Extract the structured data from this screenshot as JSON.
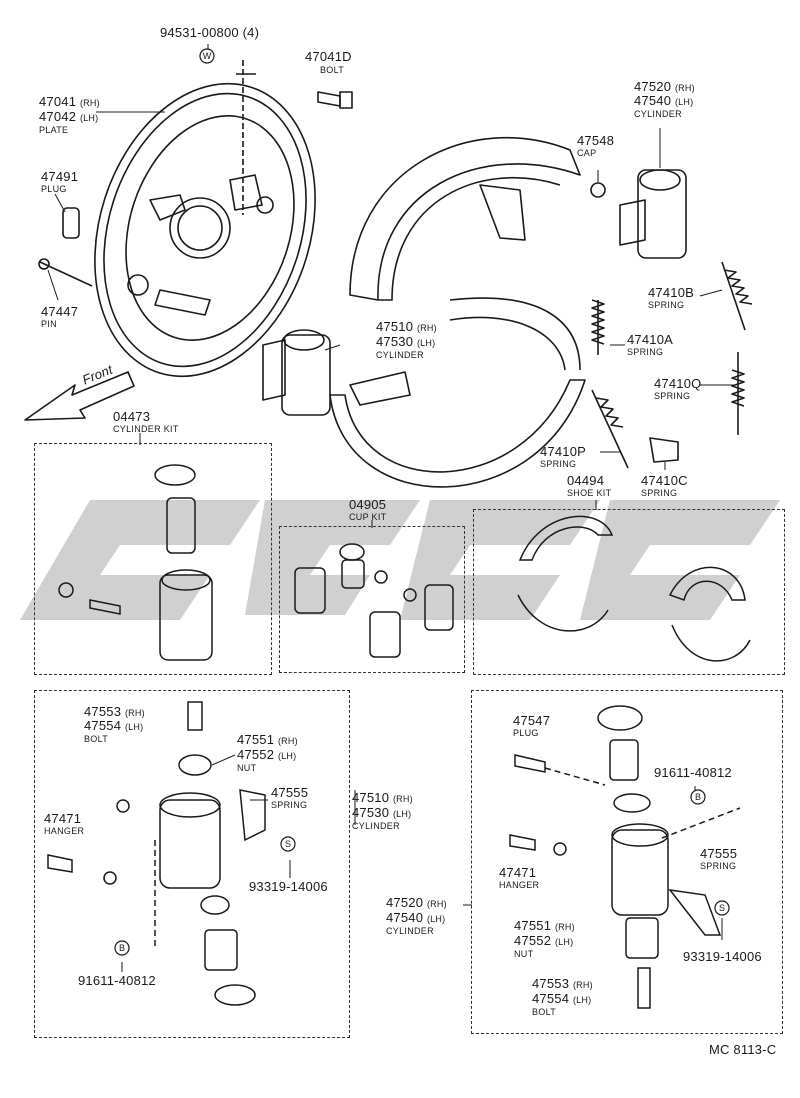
{
  "labels": {
    "p94531": "94531-00800 (4)",
    "p47041d": "47041D",
    "p47041d_sub": "BOLT",
    "p47041": "47041",
    "p47041_sfx": "(RH)",
    "p47042": "47042",
    "p47042_sfx": "(LH)",
    "plate": "PLATE",
    "p47491": "47491",
    "plug": "PLUG",
    "p47447": "47447",
    "pin": "PIN",
    "front": "Front",
    "p47520": "47520",
    "p47520_sfx": "(RH)",
    "p47540": "47540",
    "p47540_sfx": "(LH)",
    "cylinder_a": "CYLINDER",
    "p47548": "47548",
    "cap": "CAP",
    "p47410b": "47410B",
    "spring_b": "SPRING",
    "p47410a": "47410A",
    "spring_a": "SPRING",
    "p47510": "47510",
    "p47510_sfx": "(RH)",
    "p47530": "47530",
    "p47530_sfx": "(LH)",
    "cylinder_b": "CYLINDER",
    "p47410q": "47410Q",
    "spring_q": "SPRING",
    "p47410p": "47410P",
    "spring_p": "SPRING",
    "p47410c": "47410C",
    "spring_c": "SPRING",
    "p04473": "04473",
    "cyl_kit": "CYLINDER KIT",
    "p04905": "04905",
    "cup_kit": "CUP KIT",
    "p04494": "04494",
    "shoe_kit": "SHOE KIT",
    "l_47553": "47553",
    "l_47553_sfx": "(RH)",
    "l_47554": "47554",
    "l_47554_sfx": "(LH)",
    "l_bolt": "BOLT",
    "l_47551": "47551",
    "l_47551_sfx": "(RH)",
    "l_47552": "47552",
    "l_47552_sfx": "(LH)",
    "l_nut": "NUT",
    "l_47555": "47555",
    "l_spring": "SPRING",
    "l_47471": "47471",
    "l_hanger": "HANGER",
    "l_93319": "93319-14006",
    "l_91611": "91611-40812",
    "m_47510": "47510",
    "m_47510_sfx": "(RH)",
    "m_47530": "47530",
    "m_47530_sfx": "(LH)",
    "m_cylinder": "CYLINDER",
    "m_47520": "47520",
    "m_47520_sfx": "(RH)",
    "m_47540": "47540",
    "m_47540_sfx": "(LH)",
    "m_cylinder2": "CYLINDER",
    "r_47547": "47547",
    "r_plug": "PLUG",
    "r_91611": "91611-40812",
    "r_47555": "47555",
    "r_spring": "SPRING",
    "r_47471": "47471",
    "r_hanger": "HANGER",
    "r_47551": "47551",
    "r_47551_sfx": "(RH)",
    "r_47552": "47552",
    "r_47552_sfx": "(LH)",
    "r_nut": "NUT",
    "r_93319": "93319-14006",
    "r_47553": "47553",
    "r_47553_sfx": "(RH)",
    "r_47554": "47554",
    "r_47554_sfx": "(LH)",
    "r_bolt": "BOLT",
    "drawing_code": "MC 8113-C"
  },
  "markers": {
    "w": "W",
    "s": "S",
    "b": "B"
  },
  "watermark_color": "#c8c8c8",
  "ink_color": "#1a1a1a"
}
